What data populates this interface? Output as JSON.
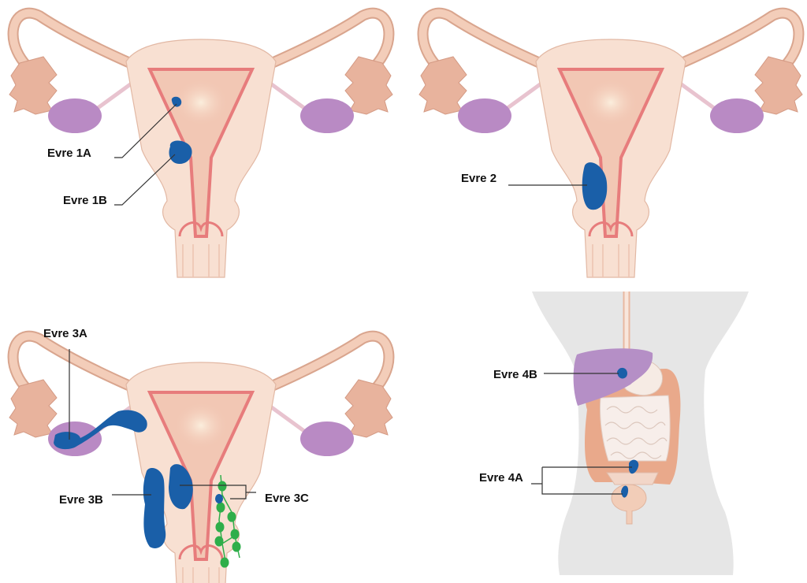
{
  "colors": {
    "lesion": "#1a5fa8",
    "uterus": "#f7dccd",
    "tube": "#f0c4ae",
    "ovary": "#b98ac4",
    "endometrium": "#e77c7c",
    "lymph": "#2fae4a",
    "body": "#e6e6e6",
    "colon": "#e9a98b",
    "liver": "#b58fc6"
  },
  "labels": {
    "stage_1a": "Evre 1A",
    "stage_1b": "Evre 1B",
    "stage_2": "Evre 2",
    "stage_3a": "Evre 3A",
    "stage_3b": "Evre 3B",
    "stage_3c": "Evre 3C",
    "stage_4a": "Evre 4A",
    "stage_4b": "Evre 4B"
  }
}
